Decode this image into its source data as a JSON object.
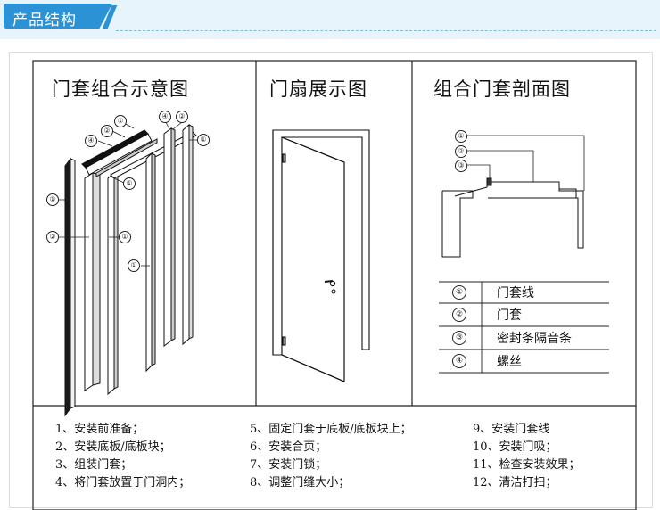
{
  "header": {
    "title": "产品结构"
  },
  "panels": {
    "assembly_title": "门套组合示意图",
    "leaf_title": "门扇展示图",
    "section_title": "组合门套剖面图"
  },
  "callouts": [
    "①",
    "②",
    "③",
    "④"
  ],
  "legend": [
    {
      "num": "①",
      "label": "门套线"
    },
    {
      "num": "②",
      "label": "门套"
    },
    {
      "num": "③",
      "label": "密封条隔音条"
    },
    {
      "num": "④",
      "label": "螺丝"
    }
  ],
  "steps": [
    "1、安装前准备；",
    "2、安装底板/底板块；",
    "3、组装门套；",
    "4、将门套放置于门洞内；",
    "5、固定门套于底板/底板块上；",
    "6、安装合页；",
    "7、安装门锁；",
    "8、调整门缝大小；",
    "9、安装门套线",
    "10、安装门吸；",
    "11、检查安装效果；",
    "12、清洁打扫；"
  ]
}
